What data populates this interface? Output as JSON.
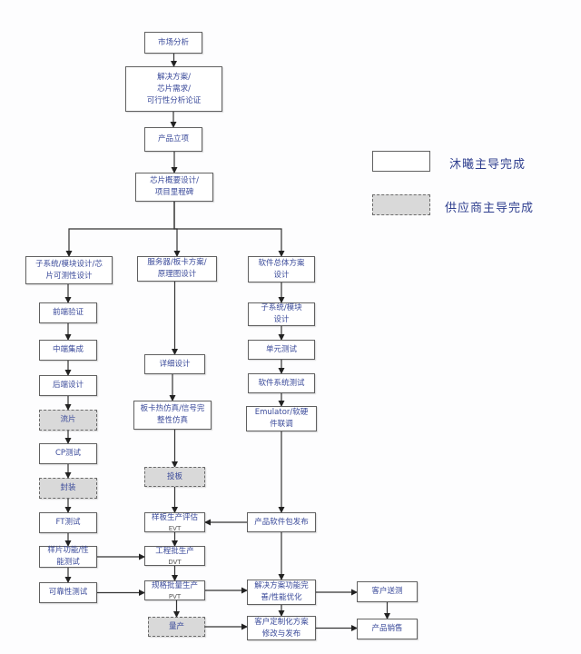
{
  "legend": [
    {
      "label": "沐曦主导完成",
      "kind": "internal"
    },
    {
      "label": "供应商主导完成",
      "kind": "supplier"
    }
  ],
  "nodes": {
    "market": {
      "lines": [
        "市场分析"
      ],
      "kind": "internal"
    },
    "solution": {
      "lines": [
        "解决方案/",
        "芯片需求/",
        "可行性分析论证"
      ],
      "kind": "internal"
    },
    "approval": {
      "lines": [
        "产品立项"
      ],
      "kind": "internal"
    },
    "chipOverview": {
      "lines": [
        "芯片概要设计/",
        "项目里程碑"
      ],
      "kind": "internal"
    },
    "subsystem": {
      "lines": [
        "子系统/模块设计/芯",
        "片可测性设计"
      ],
      "kind": "internal"
    },
    "frontVerify": {
      "lines": [
        "前端验证"
      ],
      "kind": "internal"
    },
    "midIntegrate": {
      "lines": [
        "中端集成"
      ],
      "kind": "internal"
    },
    "backendDesign": {
      "lines": [
        "后端设计"
      ],
      "kind": "internal"
    },
    "tapeout": {
      "lines": [
        "流片"
      ],
      "kind": "supplier"
    },
    "cpTest": {
      "lines": [
        "CP测试"
      ],
      "kind": "internal"
    },
    "packaging": {
      "lines": [
        "封装"
      ],
      "kind": "supplier"
    },
    "ftTest": {
      "lines": [
        "FT测试"
      ],
      "kind": "internal"
    },
    "chipFuncPerf": {
      "lines": [
        "样片功能/性",
        "能测试"
      ],
      "kind": "internal"
    },
    "reliability": {
      "lines": [
        "可靠性测试"
      ],
      "kind": "internal"
    },
    "serverBoard": {
      "lines": [
        "服务器/板卡方案/",
        "原理图设计"
      ],
      "kind": "internal"
    },
    "detailDesign": {
      "lines": [
        "详细设计"
      ],
      "kind": "internal"
    },
    "boardSim": {
      "lines": [
        "板卡热仿真/信号完",
        "整性仿真"
      ],
      "kind": "internal"
    },
    "boardMake": {
      "lines": [
        "投板"
      ],
      "kind": "supplier"
    },
    "evt": {
      "lines": [
        "样板生产评估"
      ],
      "sub": "EVT",
      "kind": "internal"
    },
    "dvt": {
      "lines": [
        "工程批生产"
      ],
      "sub": "DVT",
      "kind": "internal"
    },
    "pvt": {
      "lines": [
        "规格批量生产"
      ],
      "sub": "PVT",
      "kind": "internal"
    },
    "mass": {
      "lines": [
        "量产"
      ],
      "kind": "supplier"
    },
    "swOverall": {
      "lines": [
        "软件总体方案",
        "设计"
      ],
      "kind": "internal"
    },
    "swSubsystem": {
      "lines": [
        "子系统/模块",
        "设计"
      ],
      "kind": "internal"
    },
    "unitTest": {
      "lines": [
        "单元测试"
      ],
      "kind": "internal"
    },
    "swSysTest": {
      "lines": [
        "软件系统测试"
      ],
      "kind": "internal"
    },
    "emulator": {
      "lines": [
        "Emulator/软硬",
        "件联调"
      ],
      "kind": "internal"
    },
    "swRelease": {
      "lines": [
        "产品软件包发布"
      ],
      "kind": "internal"
    },
    "solutionOpt": {
      "lines": [
        "解决方案功能完",
        "善/性能优化"
      ],
      "kind": "internal"
    },
    "customize": {
      "lines": [
        "客户定制化方案",
        "修改与发布"
      ],
      "kind": "internal"
    },
    "customerTest": {
      "lines": [
        "客户送测"
      ],
      "kind": "internal"
    },
    "sales": {
      "lines": [
        "产品销售"
      ],
      "kind": "internal"
    }
  },
  "edges": [
    [
      "market",
      "solution"
    ],
    [
      "solution",
      "approval"
    ],
    [
      "approval",
      "chipOverview"
    ],
    [
      "chipOverview",
      "subsystem"
    ],
    [
      "chipOverview",
      "serverBoard"
    ],
    [
      "chipOverview",
      "swOverall"
    ],
    [
      "subsystem",
      "frontVerify"
    ],
    [
      "frontVerify",
      "midIntegrate"
    ],
    [
      "midIntegrate",
      "backendDesign"
    ],
    [
      "backendDesign",
      "tapeout"
    ],
    [
      "tapeout",
      "cpTest"
    ],
    [
      "cpTest",
      "packaging"
    ],
    [
      "packaging",
      "ftTest"
    ],
    [
      "ftTest",
      "chipFuncPerf"
    ],
    [
      "chipFuncPerf",
      "reliability"
    ],
    [
      "serverBoard",
      "detailDesign"
    ],
    [
      "detailDesign",
      "boardSim"
    ],
    [
      "boardSim",
      "boardMake"
    ],
    [
      "boardMake",
      "evt"
    ],
    [
      "evt",
      "dvt"
    ],
    [
      "dvt",
      "pvt"
    ],
    [
      "pvt",
      "mass"
    ],
    [
      "swOverall",
      "swSubsystem"
    ],
    [
      "swSubsystem",
      "unitTest"
    ],
    [
      "unitTest",
      "swSysTest"
    ],
    [
      "swSysTest",
      "emulator"
    ],
    [
      "emulator",
      "swRelease"
    ],
    [
      "swRelease",
      "evt"
    ],
    [
      "swRelease",
      "solutionOpt"
    ],
    [
      "chipFuncPerf",
      "dvt"
    ],
    [
      "reliability",
      "pvt"
    ],
    [
      "pvt",
      "solutionOpt"
    ],
    [
      "mass",
      "customize"
    ],
    [
      "solutionOpt",
      "customize"
    ],
    [
      "solutionOpt",
      "customerTest"
    ],
    [
      "customize",
      "sales"
    ],
    [
      "customerTest",
      "sales"
    ]
  ]
}
